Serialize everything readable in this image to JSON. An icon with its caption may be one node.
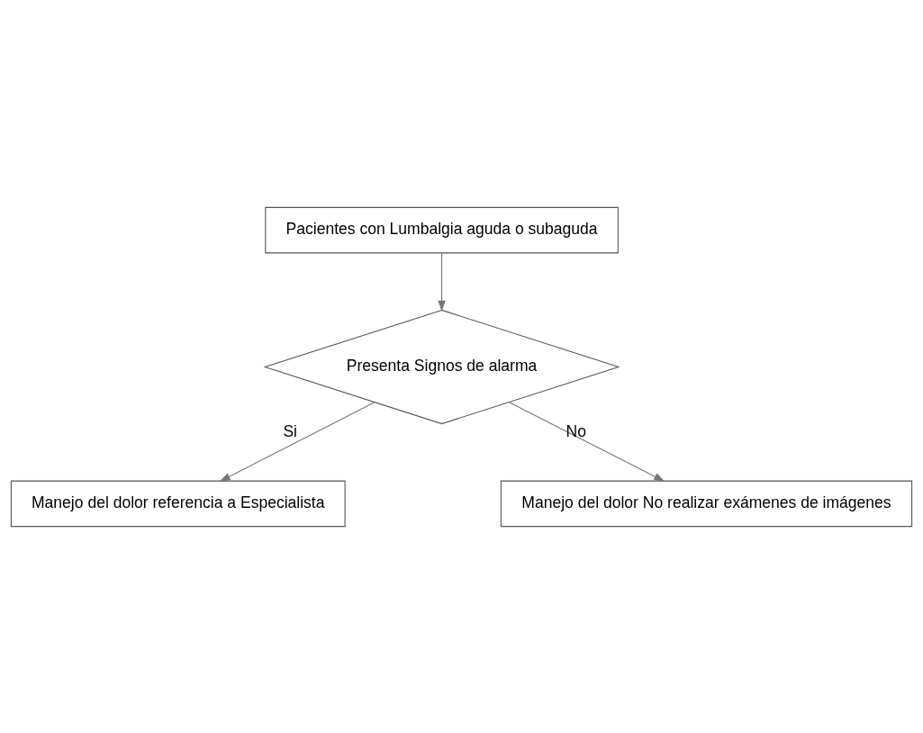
{
  "diagram": {
    "nodes": [
      {
        "text": [
          "Pacientes con Lumbalgia aguda o subaguda"
        ]
      },
      {
        "text": [
          "Presenta Signos de alarma"
        ]
      },
      {
        "text": [
          "Manejo del dolor referencia a Especialista"
        ]
      },
      {
        "text": [
          "Manejo del dolor No realizar exámenes de imágenes"
        ]
      }
    ],
    "edges": [
      {
        "from": 0,
        "to": 1,
        "arrow": "to"
      },
      {
        "from": 1,
        "to": 2,
        "arrow": "to",
        "label": "Si"
      },
      {
        "from": 1,
        "to": 3,
        "arrow": "to",
        "label": "No"
      }
    ]
  }
}
